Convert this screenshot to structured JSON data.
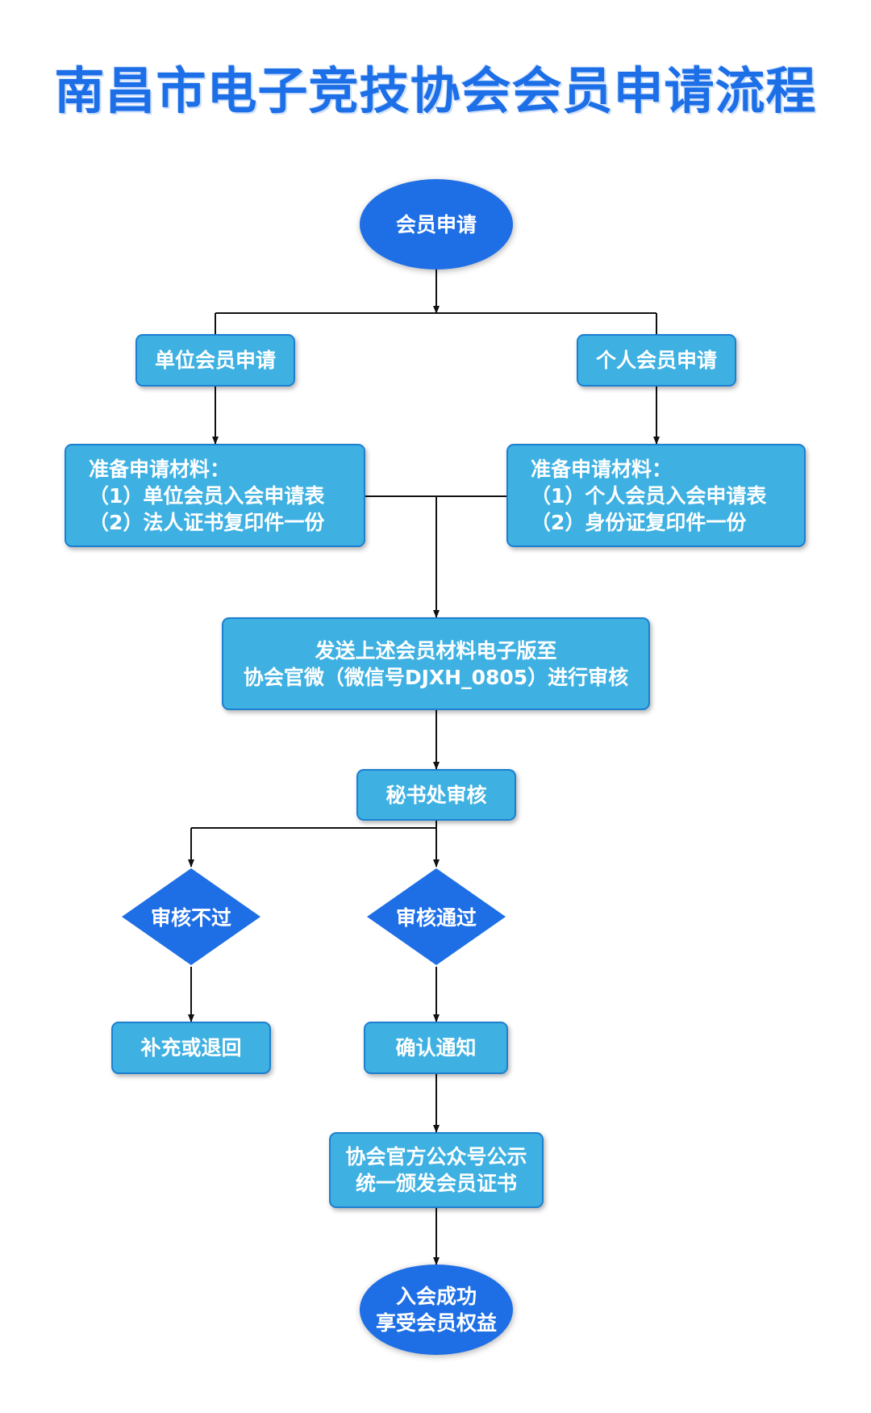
{
  "title": "南昌市电子竞技协会会员申请流程",
  "nodes": {
    "start": "会员申请",
    "unit_apply": "单位会员申请",
    "personal_apply": "个人会员申请",
    "unit_materials": [
      "准备申请材料：",
      "（1）单位会员入会申请表",
      "（2）法人证书复印件一份"
    ],
    "personal_materials": [
      "准备申请材料：",
      "（1）个人会员入会申请表",
      "（2）身份证复印件一份"
    ],
    "send": [
      "发送上述会员材料电子版至",
      "协会官微（微信号DJXH_0805）进行审核"
    ],
    "secretariat": "秘书处审核",
    "reject": "审核不过",
    "approve": "审核通过",
    "supplement": "补充或退回",
    "confirm": "确认通知",
    "publish": [
      "协会官方公众号公示",
      "统一颁发会员证书"
    ],
    "end": [
      "入会成功",
      "享受会员权益"
    ]
  },
  "colors": {
    "title": "#1d6fe8",
    "box_fill": "#3eb1e2",
    "box_border": "#1c7fd0",
    "ellipse_fill": "#1e6fe6",
    "diamond_fill": "#1e6fe6"
  }
}
